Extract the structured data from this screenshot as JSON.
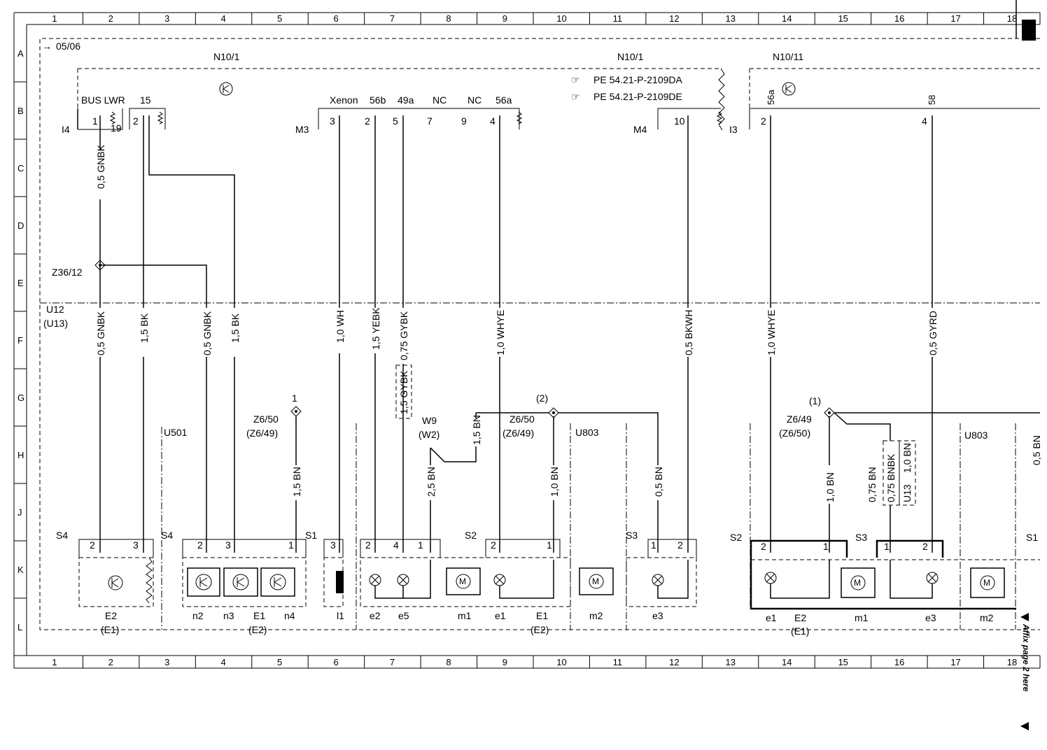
{
  "grid": {
    "columns": [
      "1",
      "2",
      "3",
      "4",
      "5",
      "6",
      "7",
      "8",
      "9",
      "10",
      "11",
      "12",
      "13",
      "14",
      "15",
      "16",
      "17",
      "18"
    ],
    "rows": [
      "A",
      "B",
      "C",
      "D",
      "E",
      "F",
      "G",
      "H",
      "J",
      "K",
      "L"
    ]
  },
  "header": {
    "ref": "05/06",
    "module_left": "N10/1",
    "module_mid": "N10/1",
    "module_right": "N10/11",
    "pe_refs": [
      "PE 54.21-P-2109DA",
      "PE 54.21-P-2109DE"
    ]
  },
  "connectors": {
    "i4": "I4",
    "m3": "M3",
    "m4": "M4",
    "i3": "I3"
  },
  "pins": {
    "bus_lwr": "BUS LWR",
    "p15": "15",
    "xenon": "Xenon",
    "p56b": "56b",
    "p49a": "49a",
    "nc1": "NC",
    "nc2": "NC",
    "p56a": "56a",
    "r56a": "56a",
    "r58": "58",
    "n1": "1",
    "n19": "19",
    "n2": "2",
    "n3": "3",
    "n2b": "2",
    "n5": "5",
    "n7": "7",
    "n9": "9",
    "n4": "4",
    "n10": "10",
    "r2": "2",
    "r4": "4"
  },
  "labels": {
    "u12": "U12",
    "u13": "(U13)",
    "z36_12": "Z36/12",
    "z6_50_a": "Z6/50",
    "z6_49_a": "(Z6/49)",
    "node1": "1",
    "w9": "W9",
    "w2": "(W2)",
    "node2": "(2)",
    "z6_50_b": "Z6/50",
    "z6_49_b": "(Z6/49)",
    "u501": "U501",
    "u803a": "U803",
    "u803b": "U803",
    "node1b": "(1)",
    "z6_49_c": "Z6/49",
    "z6_50_c": "(Z6/50)",
    "cut": "0,5 BN",
    "affix": "Affix page 2 here"
  },
  "wires": {
    "w1": "0,5 GNBK",
    "w2": "0,5 GNBK",
    "w3": "1,5 BK",
    "w4": "0,5 GNBK",
    "w5": "1,5 BK",
    "w6": "1,0 WH",
    "w7": "1,5 YEBK",
    "w8": "0,75 GYBK",
    "w8b": "1,5 GYBK",
    "w9": "1,0 WHYE",
    "w10": "0,5 BKWH",
    "w11": "1,0 WHYE",
    "w12": "0,5 GYRD",
    "bn1": "1,5 BN",
    "bn2": "2,5 BN",
    "bn3": "1,5 BN",
    "bn4": "1,0 BN",
    "bn5": "0,5 BN",
    "bn6": "1,0 BN",
    "bn7": "0,75 BN",
    "bn8": "0,75 BNBK",
    "bn9": "U13",
    "bn10": "1,0 BN"
  },
  "sockets": {
    "s4a": "S4",
    "s4b": "S4",
    "s1a": "S1",
    "s2a": "S2",
    "s3a": "S3",
    "s2b": "S2",
    "s3b": "S3",
    "s1b": "S1",
    "k2": "2",
    "k3": "3",
    "k2b": "2",
    "k3b": "3",
    "k1": "1",
    "k3c": "3",
    "k2c": "2",
    "k4": "4",
    "k1b": "1",
    "k2d": "2",
    "k1c": "1",
    "k1d": "1",
    "k2e": "2",
    "k2f": "2",
    "k1e": "1",
    "k1f": "1",
    "k2g": "2"
  },
  "components": {
    "e2": "E2",
    "e1grp": "(E1)",
    "n2": "n2",
    "n3": "n3",
    "e1": "E1",
    "n4": "n4",
    "e2grp": "(E2)",
    "l1": "l1",
    "e2l": "e2",
    "e5": "e5",
    "m1": "m1",
    "e1l": "e1",
    "e1b": "E1",
    "e2grp2": "(E2)",
    "m2": "m2",
    "e3": "e3",
    "e1r": "e1",
    "e2r": "E2",
    "e1grp2": "(E1)",
    "m1r": "m1",
    "e3r": "e3",
    "m2r": "m2"
  }
}
